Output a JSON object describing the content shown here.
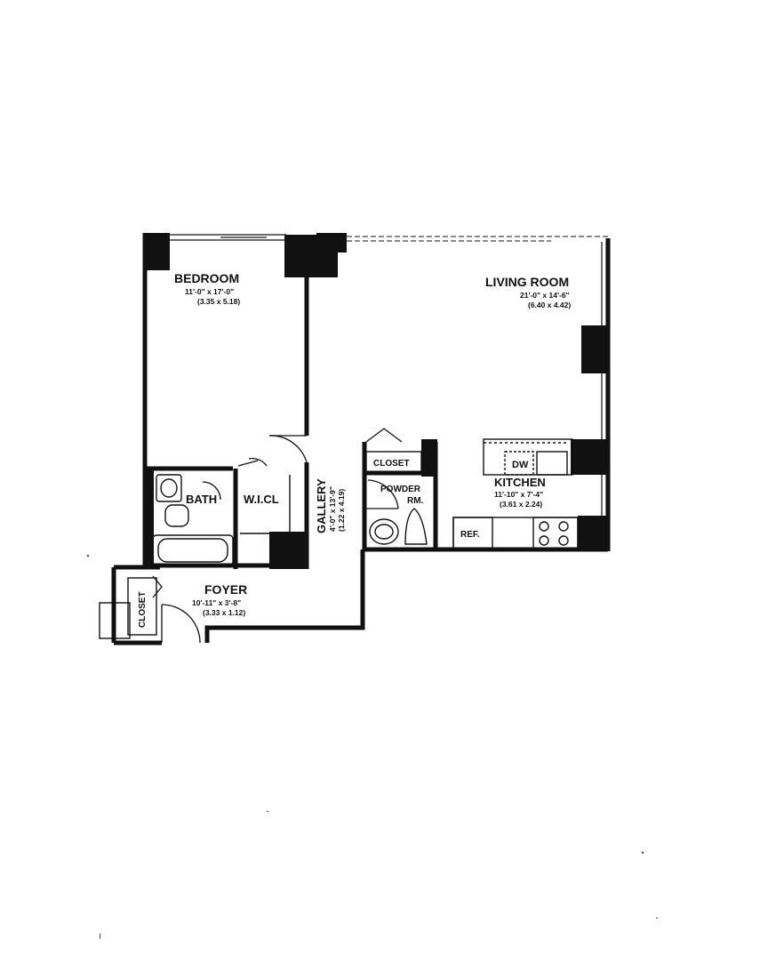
{
  "colors": {
    "wall": "#111111",
    "paper": "#ffffff",
    "fixture": "#222222"
  },
  "rooms": {
    "bedroom": {
      "name": "BEDROOM",
      "dim_ft": "11'-0\" x 17'-0\"",
      "dim_m": "(3.35 x 5.18)"
    },
    "living": {
      "name": "LIVING ROOM",
      "dim_ft": "21'-0\" x 14'-6\"",
      "dim_m": "(6.40 x 4.42)"
    },
    "kitchen": {
      "name": "KITCHEN",
      "dim_ft": "11'-10\" x 7'-4\"",
      "dim_m": "(3.61 x 2.24)"
    },
    "gallery": {
      "name": "GALLERY",
      "dim_ft": "4'-0\" x 13'-9\"",
      "dim_m": "(1.22 x 4.19)"
    },
    "foyer": {
      "name": "FOYER",
      "dim_ft": "10'-11\" x 3'-8\"",
      "dim_m": "(3.33 x 1.12)"
    },
    "bath": {
      "name": "BATH"
    },
    "wicl": {
      "name": "W.I.CL"
    },
    "powder": {
      "line1": "POWDER",
      "line2": "RM."
    },
    "closet_kitchen": {
      "name": "CLOSET"
    },
    "closet_foyer": {
      "name": "CLOSET"
    }
  },
  "appliances": {
    "dw": "DW",
    "ref": "REF."
  }
}
